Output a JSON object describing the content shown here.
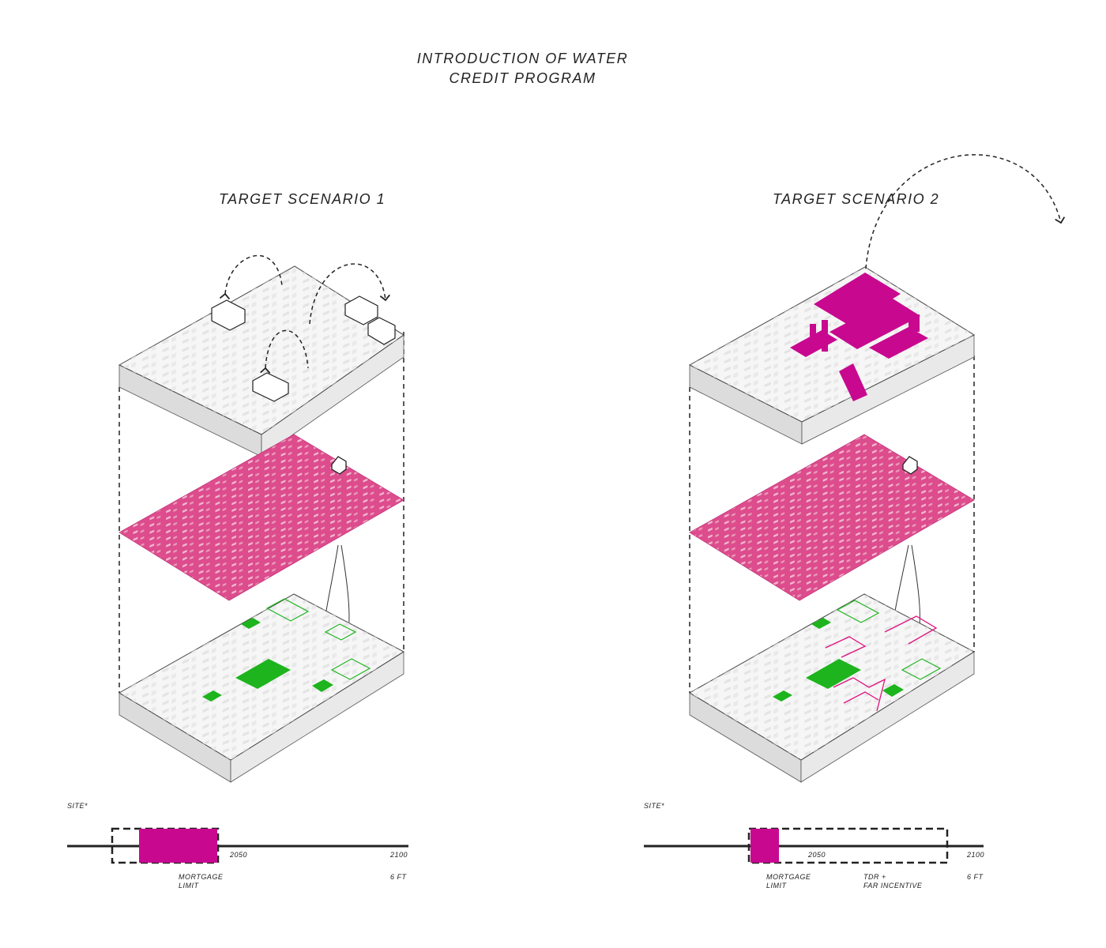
{
  "title": {
    "line1": "INTRODUCTION OF WATER",
    "line2": "CREDIT PROGRAM"
  },
  "scenarios": [
    {
      "label": "TARGET SCENARIO 1",
      "timeline": {
        "site": "SITE*",
        "year_mid": "2050",
        "year_end": "2100",
        "label_left_1": "MORTGAGE",
        "label_left_2": "LIMIT",
        "label_right": "6 FT"
      }
    },
    {
      "label": "TARGET SCENARIO 2",
      "timeline": {
        "site": "SITE*",
        "year_mid": "2050",
        "year_end": "2100",
        "label_left_1": "MORTGAGE",
        "label_left_2": "LIMIT",
        "label_mid_1": "TDR +",
        "label_mid_2": "FAR INCENTIVE",
        "label_right": "6 FT"
      }
    }
  ],
  "colors": {
    "magenta": "#c8088f",
    "pink_layer": "#dd4c8d",
    "green": "#1db41d",
    "slab": "#f4f4f4",
    "slab_side": "#dcdcdc",
    "ink": "#222222"
  }
}
